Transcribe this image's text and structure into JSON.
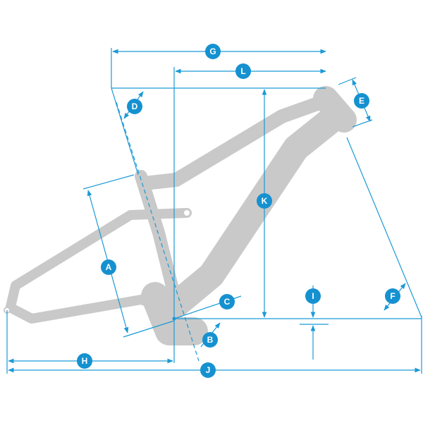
{
  "colors": {
    "accent": "#1591d0",
    "line": "#1a9ad6",
    "frame": "#c9c9c9"
  },
  "labels": {
    "A": "A",
    "B": "B",
    "C": "C",
    "D": "D",
    "E": "E",
    "F": "F",
    "G": "G",
    "H": "H",
    "I": "I",
    "J": "J",
    "K": "K",
    "L": "L"
  }
}
